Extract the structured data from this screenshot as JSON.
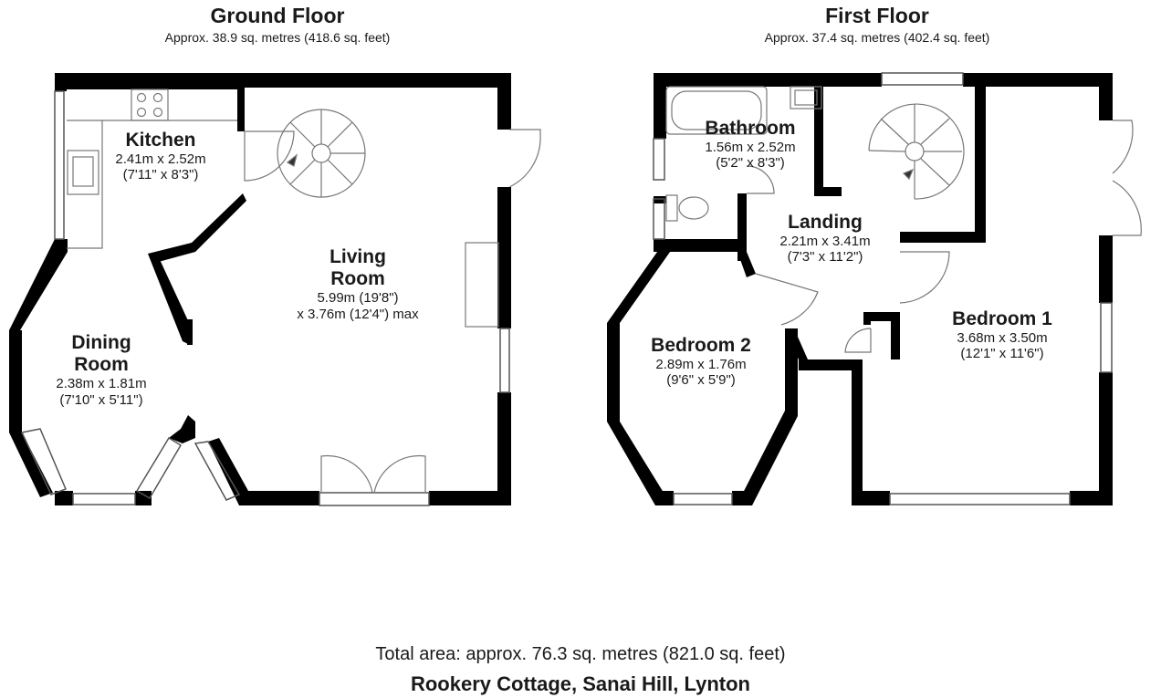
{
  "ground_floor": {
    "title": "Ground Floor",
    "area": "Approx. 38.9 sq. metres (418.6 sq. feet)",
    "rooms": [
      {
        "name": "Kitchen",
        "dim1": "2.41m x 2.52m",
        "dim2": "(7'11\" x 8'3\")"
      },
      {
        "name": "Living",
        "name2": "Room",
        "dim1": "5.99m (19'8\")",
        "dim2": "x 3.76m (12'4\") max"
      },
      {
        "name": "Dining",
        "name2": "Room",
        "dim1": "2.38m x 1.81m",
        "dim2": "(7'10\" x 5'11\")"
      }
    ]
  },
  "first_floor": {
    "title": "First Floor",
    "area": "Approx. 37.4 sq. metres (402.4 sq. feet)",
    "rooms": [
      {
        "name": "Bathroom",
        "dim1": "1.56m x 2.52m",
        "dim2": "(5'2\" x 8'3\")"
      },
      {
        "name": "Landing",
        "dim1": "2.21m x 3.41m",
        "dim2": "(7'3\" x 11'2\")"
      },
      {
        "name": "Bedroom 2",
        "dim1": "2.89m x 1.76m",
        "dim2": "(9'6\" x 5'9\")"
      },
      {
        "name": "Bedroom 1",
        "dim1": "3.68m x 3.50m",
        "dim2": "(12'1\" x 11'6\")"
      }
    ]
  },
  "total_area": "Total area: approx. 76.3 sq. metres (821.0 sq. feet)",
  "address": "Rookery Cottage, Sanai Hill, Lynton",
  "colors": {
    "wall": "#000000",
    "background": "#ffffff",
    "fixture": "#8a8a8a"
  }
}
